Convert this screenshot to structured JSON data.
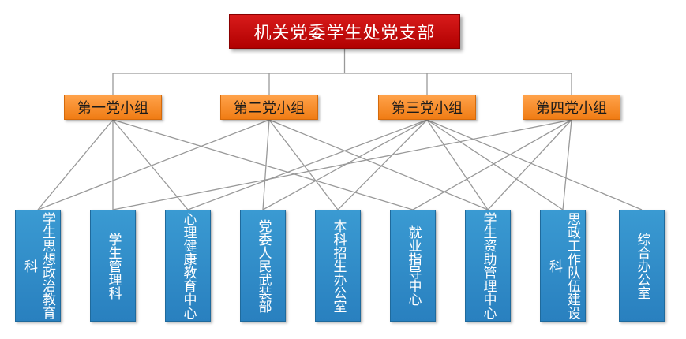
{
  "root": {
    "label": "机关党委学生处党支部"
  },
  "groups": [
    {
      "label": "第一党小组"
    },
    {
      "label": "第二党小组"
    },
    {
      "label": "第三党小组"
    },
    {
      "label": "第四党小组"
    }
  ],
  "departments": [
    {
      "label": "学生思想政治教育科"
    },
    {
      "label": "学生管理科"
    },
    {
      "label": "心理健康教育中心"
    },
    {
      "label": "党委人民武装部"
    },
    {
      "label": "本科招生办公室"
    },
    {
      "label": "就业指导中心"
    },
    {
      "label": "学生资助管理中心"
    },
    {
      "label": "思政工作队伍建设科"
    },
    {
      "label": "综合办公室"
    }
  ],
  "links": [
    [
      0,
      0
    ],
    [
      0,
      1
    ],
    [
      0,
      2
    ],
    [
      0,
      5
    ],
    [
      1,
      0
    ],
    [
      1,
      3
    ],
    [
      1,
      4
    ],
    [
      1,
      6
    ],
    [
      2,
      2
    ],
    [
      2,
      3
    ],
    [
      2,
      4
    ],
    [
      2,
      6
    ],
    [
      2,
      7
    ],
    [
      2,
      8
    ],
    [
      3,
      1
    ],
    [
      3,
      5
    ],
    [
      3,
      6
    ],
    [
      3,
      7
    ]
  ],
  "colors": {
    "root": "#c00000",
    "group": "#f5871f",
    "department": "#2e8bc9",
    "line": "#999999"
  }
}
